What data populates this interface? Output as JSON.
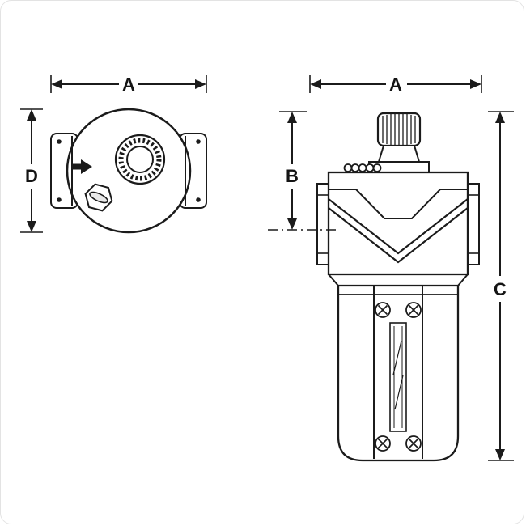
{
  "drawing": {
    "description": "Two-view dimensional line drawing of a pneumatic inline lubricator",
    "labels": {
      "top_view_width": "A",
      "top_view_height": "D",
      "front_view_width": "A",
      "front_view_upper_height": "B",
      "front_view_total_height": "C"
    },
    "colors": {
      "line": "#1b1b1b",
      "background": "#ffffff",
      "frame_border": "#e3e3e3"
    }
  }
}
